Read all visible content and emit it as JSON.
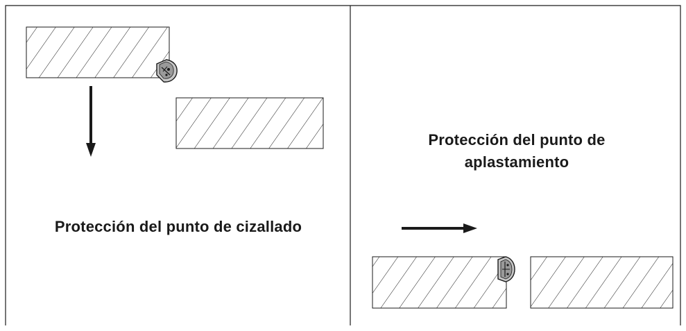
{
  "colors": {
    "stroke": "#1a1a1a",
    "background": "#ffffff",
    "guard_fill": "#bfbfbf"
  },
  "panels": {
    "shear": {
      "caption": "Protección del punto de cizallado",
      "motion": "down",
      "guard_icon": "shear-guard-icon"
    },
    "crush": {
      "caption_line1": "Protección del punto de",
      "caption_line2": "aplastamiento",
      "motion": "right",
      "guard_icon": "crush-guard-icon"
    }
  }
}
